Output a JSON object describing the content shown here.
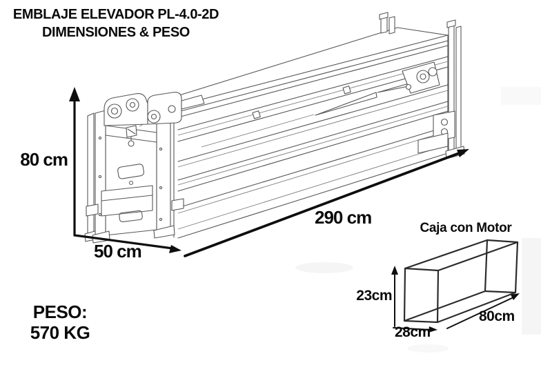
{
  "title": {
    "line1": "EMBLAJE ELEVADOR PL-4.0-2D",
    "line2": "DIMENSIONES & PESO"
  },
  "package_drawing": {
    "name": "elevador-embalado",
    "label_height": "80 cm",
    "label_depth": "50 cm",
    "label_length": "290 cm"
  },
  "weight": {
    "label": "PESO:",
    "value": "570 KG"
  },
  "motor_box": {
    "title": "Caja con Motor",
    "label_height": "23cm",
    "label_depth": "28cm",
    "label_length": "80cm"
  },
  "colors": {
    "background": "#ffffff",
    "line_art": "#565656",
    "dimension_lines": "#0e0e0e",
    "motor_box_lines": "#2b2b2b",
    "text": "#0a0a0a"
  }
}
